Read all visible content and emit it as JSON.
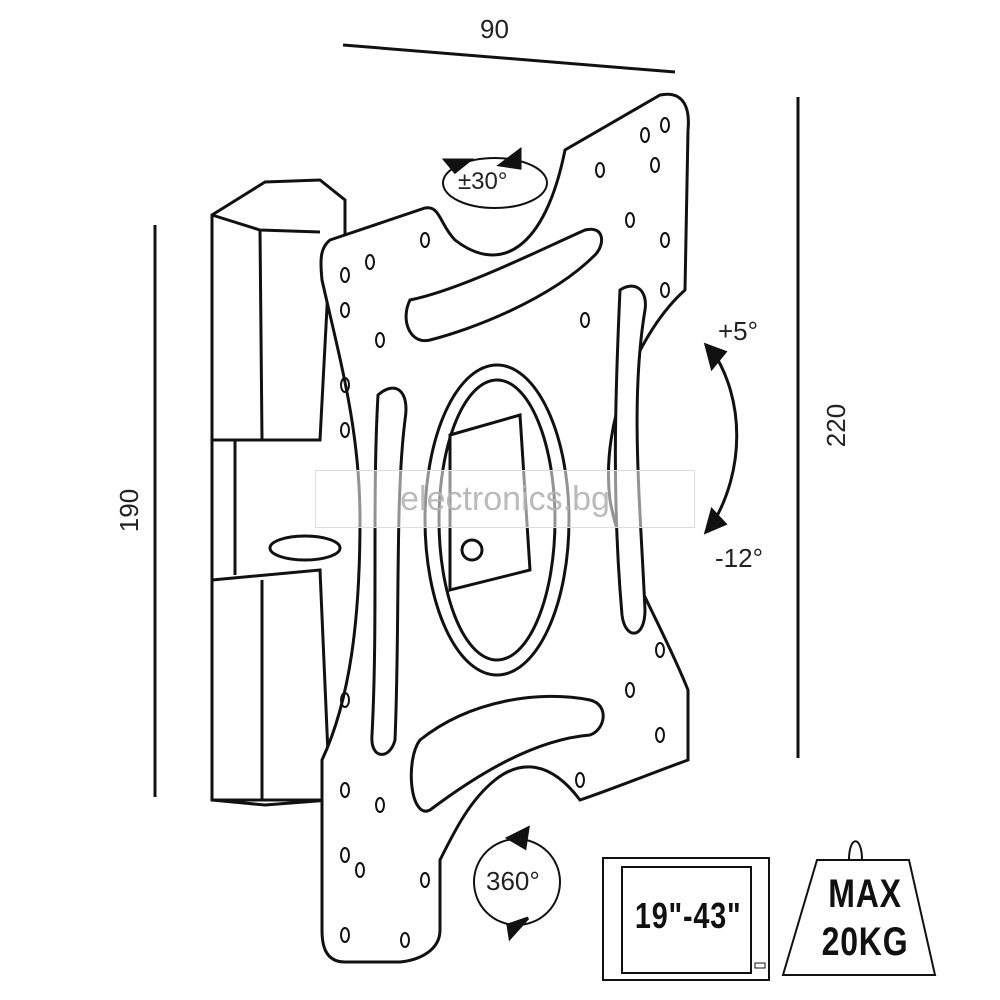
{
  "dimensions": {
    "width_label": "90",
    "height_label": "220",
    "depth_label": "190"
  },
  "angles": {
    "swivel": "±30°",
    "tilt_up": "+5°",
    "tilt_down": "-12°",
    "rotation": "360°"
  },
  "screen_size": "19\"-43\"",
  "max_load": {
    "line1": "MAX",
    "line2": "20KG"
  },
  "watermark": "electronics.bg"
}
